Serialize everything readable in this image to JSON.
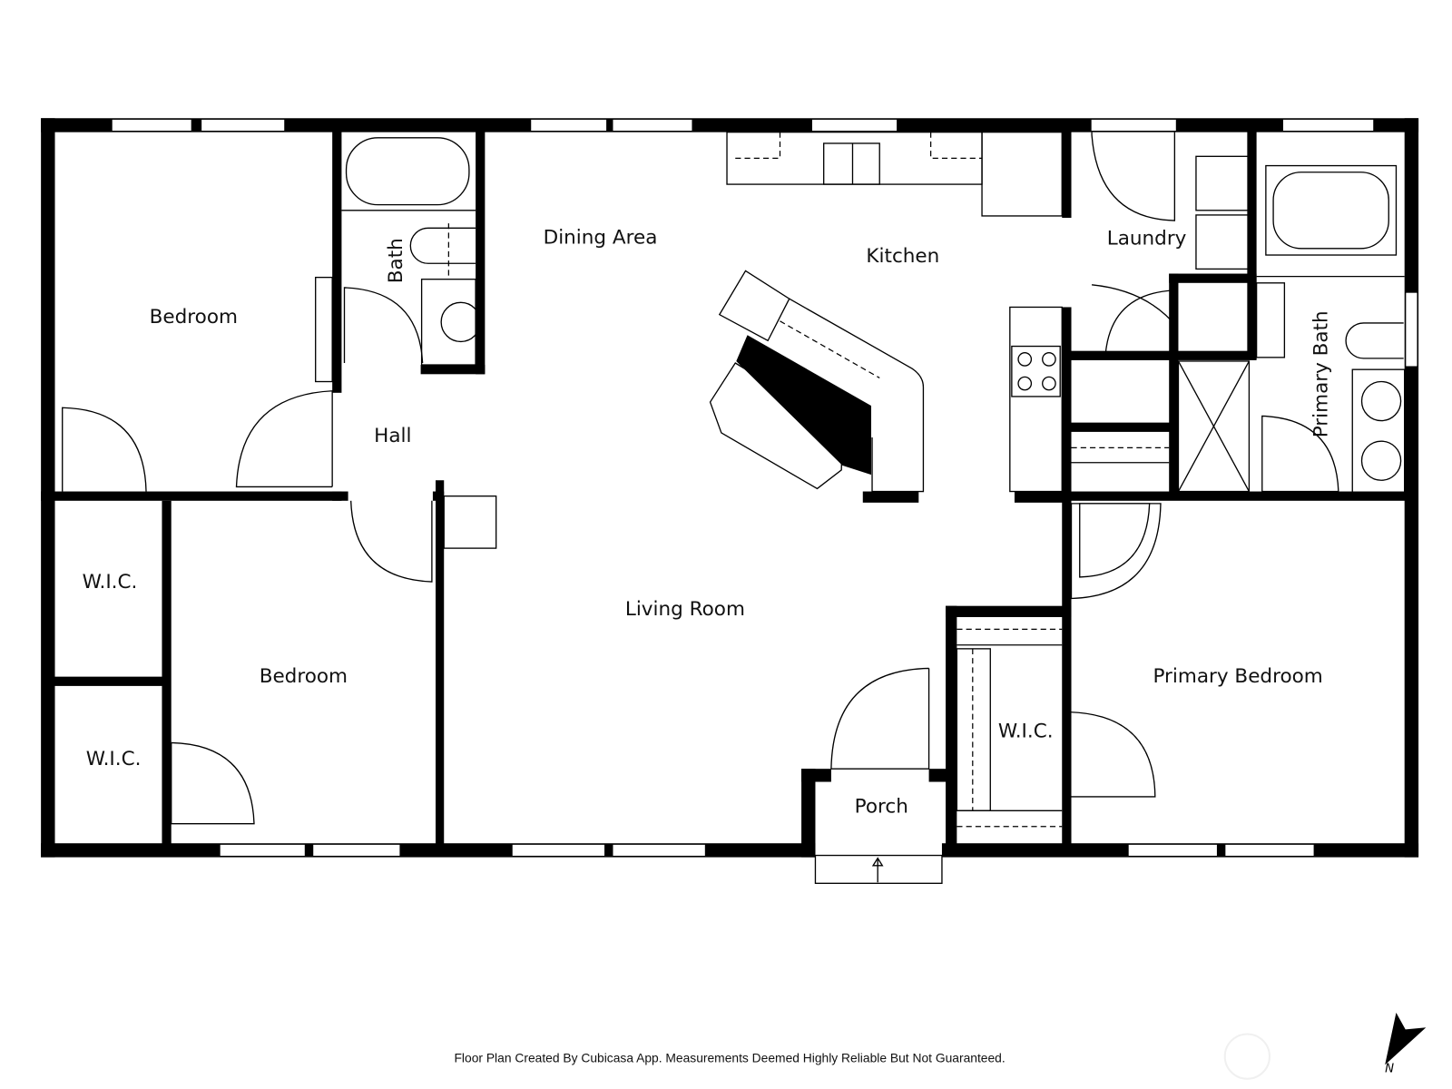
{
  "floor_plan": {
    "rooms": [
      {
        "id": "bedroom_nw",
        "label": "Bedroom"
      },
      {
        "id": "bath",
        "label": "Bath"
      },
      {
        "id": "dining",
        "label": "Dining Area"
      },
      {
        "id": "kitchen",
        "label": "Kitchen"
      },
      {
        "id": "laundry",
        "label": "Laundry"
      },
      {
        "id": "primary_bath",
        "label": "Primary Bath"
      },
      {
        "id": "hall",
        "label": "Hall"
      },
      {
        "id": "wic_1",
        "label": "W.I.C."
      },
      {
        "id": "wic_2",
        "label": "W.I.C."
      },
      {
        "id": "bedroom_sw",
        "label": "Bedroom"
      },
      {
        "id": "living",
        "label": "Living Room"
      },
      {
        "id": "porch",
        "label": "Porch"
      },
      {
        "id": "wic_3",
        "label": "W.I.C."
      },
      {
        "id": "primary_bedroom",
        "label": "Primary Bedroom"
      }
    ],
    "footer_note": "Floor Plan Created By Cubicasa App. Measurements Deemed Highly Reliable But Not Guaranteed.",
    "compass": {
      "icon": "north-arrow-icon",
      "label": "N"
    },
    "colors": {
      "wall": "#000000",
      "background": "#ffffff",
      "line": "#000000"
    }
  }
}
